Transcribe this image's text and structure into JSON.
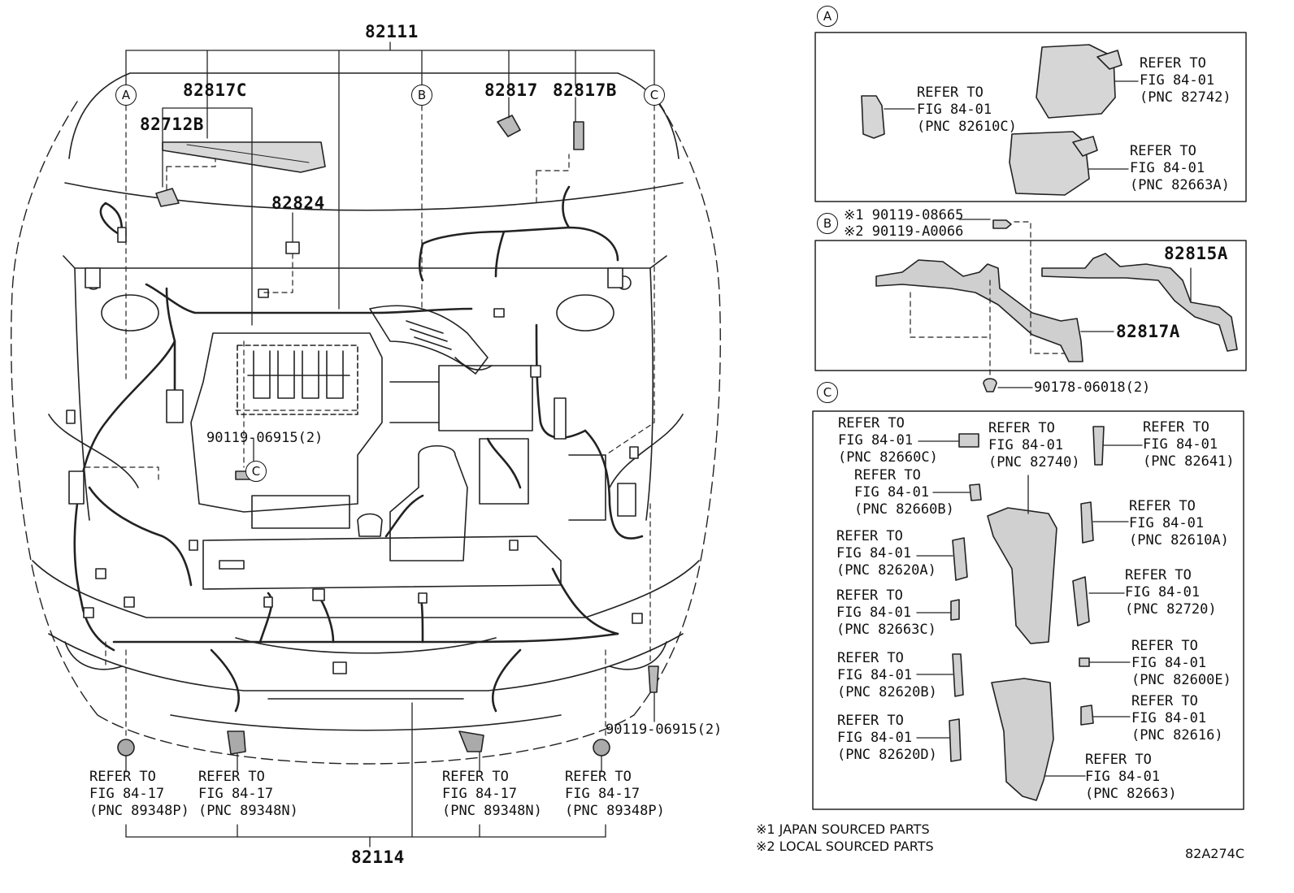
{
  "diagram_code": "82A274C",
  "main_parts": {
    "p82111": "82111",
    "p82817C": "82817C",
    "p82712B": "82712B",
    "p82824": "82824",
    "p82817": "82817",
    "p82817B": "82817B",
    "p82114": "82114",
    "bolt_top": "90119-06915(2)",
    "bolt_bottom": "90119-06915(2)"
  },
  "markers": {
    "a": "A",
    "b": "B",
    "c": "C"
  },
  "bottom_refs": [
    {
      "l1": "REFER TO",
      "l2": "FIG 84-17",
      "l3": "(PNC 89348P)"
    },
    {
      "l1": "REFER TO",
      "l2": "FIG 84-17",
      "l3": "(PNC 89348N)"
    },
    {
      "l1": "REFER TO",
      "l2": "FIG 84-17",
      "l3": "(PNC 89348N)"
    },
    {
      "l1": "REFER TO",
      "l2": "FIG 84-17",
      "l3": "(PNC 89348P)"
    }
  ],
  "detail_a": [
    {
      "l1": "REFER TO",
      "l2": "FIG 84-01",
      "l3": "(PNC 82610C)"
    },
    {
      "l1": "REFER TO",
      "l2": "FIG 84-01",
      "l3": "(PNC 82742)"
    },
    {
      "l1": "REFER TO",
      "l2": "FIG 84-01",
      "l3": "(PNC 82663A)"
    }
  ],
  "detail_b": {
    "bolt1": "※1 90119-08665",
    "bolt2": "※2 90119-A0066",
    "p82815A": "82815A",
    "p82817A": "82817A",
    "clip": "90178-06018(2)"
  },
  "detail_c": [
    {
      "l1": "REFER TO",
      "l2": "FIG 84-01",
      "l3": "(PNC 82660C)"
    },
    {
      "l1": "REFER TO",
      "l2": "FIG 84-01",
      "l3": "(PNC 82740)"
    },
    {
      "l1": "REFER TO",
      "l2": "FIG 84-01",
      "l3": "(PNC 82641)"
    },
    {
      "l1": "REFER TO",
      "l2": "FIG 84-01",
      "l3": "(PNC 82660B)"
    },
    {
      "l1": "REFER TO",
      "l2": "FIG 84-01",
      "l3": "(PNC 82610A)"
    },
    {
      "l1": "REFER TO",
      "l2": "FIG 84-01",
      "l3": "(PNC 82620A)"
    },
    {
      "l1": "REFER TO",
      "l2": "FIG 84-01",
      "l3": "(PNC 82720)"
    },
    {
      "l1": "REFER TO",
      "l2": "FIG 84-01",
      "l3": "(PNC 82663C)"
    },
    {
      "l1": "REFER TO",
      "l2": "FIG 84-01",
      "l3": "(PNC 82600E)"
    },
    {
      "l1": "REFER TO",
      "l2": "FIG 84-01",
      "l3": "(PNC 82620B)"
    },
    {
      "l1": "REFER TO",
      "l2": "FIG 84-01",
      "l3": "(PNC 82616)"
    },
    {
      "l1": "REFER TO",
      "l2": "FIG 84-01",
      "l3": "(PNC 82620D)"
    },
    {
      "l1": "REFER TO",
      "l2": "FIG 84-01",
      "l3": "(PNC 82663)"
    }
  ],
  "footnotes": {
    "n1": "※1 JAPAN SOURCED PARTS",
    "n2": "※2 LOCAL SOURCED PARTS"
  }
}
